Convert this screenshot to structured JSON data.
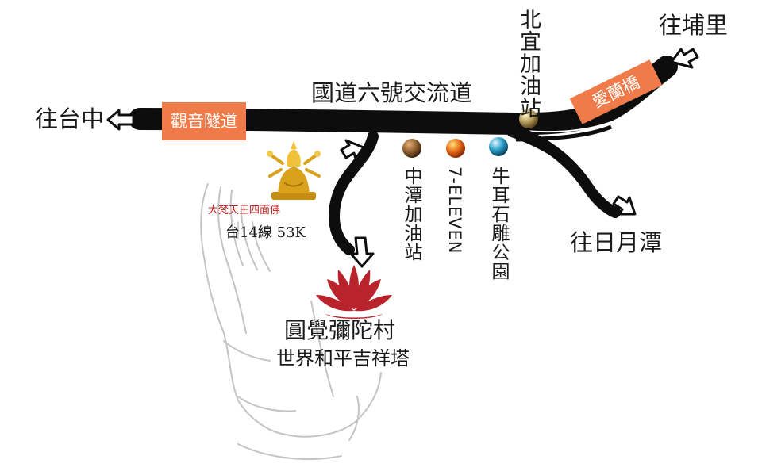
{
  "map": {
    "highway_label": "國道六號交流道",
    "direction_taichung": "往台中",
    "direction_puli": "往埔里",
    "direction_sun_moon_lake": "往日月潭",
    "tunnel_label": "觀音隧道",
    "bridge_label": "愛蘭橋",
    "statue_caption": "大梵天王四面佛",
    "route_marker": "台14線 53K",
    "destination_name": "圓覺彌陀村",
    "destination_subtitle": "世界和平吉祥塔",
    "landmarks": [
      {
        "label": "中潭加油站",
        "color": "#8a5a2b"
      },
      {
        "label": "7-ELEVEN",
        "color": "#e86a1a"
      },
      {
        "label": "牛耳石雕公園",
        "color": "#2a9ec9"
      },
      {
        "label": "北宜加油站",
        "color": "#b49a5a"
      }
    ]
  },
  "colors": {
    "road": "#0d0d0d",
    "badge": "#ef7b4a",
    "lotus": "#b9232b",
    "statue": "#d9a21a",
    "statue_caption": "#c0201f",
    "hands_sketch": "#bdbdbd"
  }
}
